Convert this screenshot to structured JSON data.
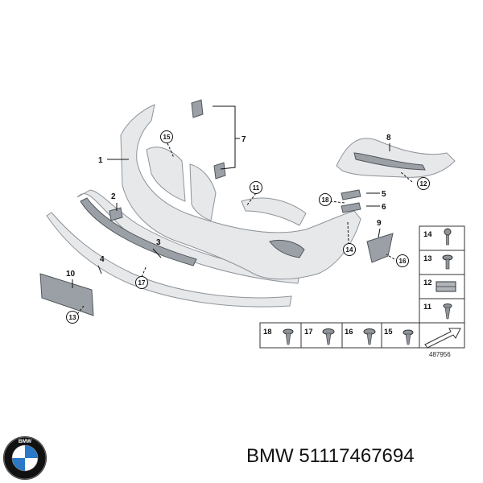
{
  "callouts": {
    "c1": "1",
    "c2": "2",
    "c3": "3",
    "c4": "4",
    "c5": "5",
    "c6": "6",
    "c7": "7",
    "c8": "8",
    "c9": "9",
    "c10": "10",
    "c11": "11",
    "c12": "12",
    "c13": "13",
    "c14": "14",
    "c15": "15",
    "c16": "16",
    "c17": "17",
    "c18": "18"
  },
  "table": {
    "side": [
      "14",
      "13",
      "12",
      "11"
    ],
    "bottom": [
      "18",
      "17",
      "16",
      "15"
    ],
    "ref_number": "487956"
  },
  "logo": {
    "brand": "BMW",
    "colors": {
      "blue": "#2b78c6",
      "ring": "#111111",
      "white": "#ffffff"
    }
  },
  "caption": "BMW 51117467694",
  "colors": {
    "part_fill": "#e6e8ea",
    "part_stroke": "#8e949a",
    "line": "#111111"
  }
}
